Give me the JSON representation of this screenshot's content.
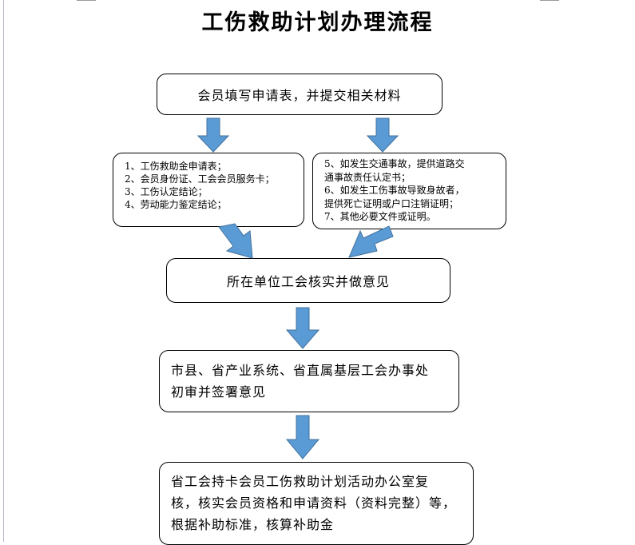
{
  "title": "工伤救助计划办理流程",
  "accent_color": "#5b9bd5",
  "arrow_outline": "#41719c",
  "steps": {
    "apply": "会员填写申请表，并提交相关材料",
    "materials_left": [
      "1、工伤救助金申请表；",
      "2、会员身份证、工会会员服务卡；",
      "3、工伤认定结论；",
      "4、劳动能力鉴定结论；"
    ],
    "materials_right": [
      "5、如发生交通事故，提供道路交",
      "通事故责任认定书；",
      "6、如发生工伤事故导致身故者，",
      "提供死亡证明或户口注销证明；",
      "7、其他必要文件或证明。"
    ],
    "unit_review": "所在单位工会核实并做意见",
    "city_review": [
      "市县、省产业系统、省直属基层工会办事处",
      "初审并签署意见"
    ],
    "province_review": [
      "省工会持卡会员工伤救助计划活动办公室复",
      "核，核实会员资格和申请资料（资料完整）等，",
      "根据补助标准，核算补助金"
    ]
  }
}
